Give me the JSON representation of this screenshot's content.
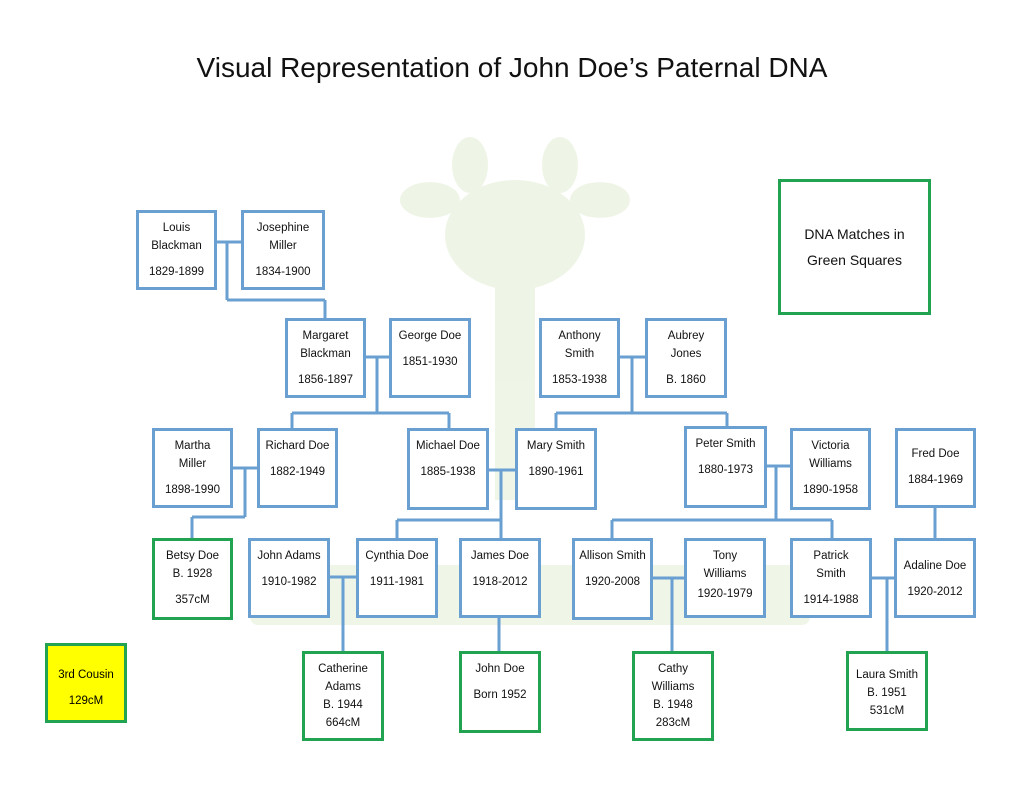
{
  "title": "Visual Representation of John Doe’s Paternal DNA",
  "colors": {
    "blue_border": "#6a9fd2",
    "green_border": "#21a352",
    "yellow_fill": "#ffff00"
  },
  "legend": {
    "line1": "DNA Matches in",
    "line2": "Green Squares"
  },
  "cousin_key": {
    "label": "3rd Cousin",
    "value": "129cM"
  },
  "people": {
    "louis": {
      "n1": "Louis",
      "n2": "Blackman",
      "d": "1829-1899"
    },
    "josephine": {
      "n1": "Josephine",
      "n2": "Miller",
      "d": "1834-1900"
    },
    "margaret": {
      "n1": "Margaret",
      "n2": "Blackman",
      "d": "1856-1897"
    },
    "george": {
      "n1": "George Doe",
      "d": "1851-1930"
    },
    "anthony": {
      "n1": "Anthony",
      "n2": "Smith",
      "d": "1853-1938"
    },
    "aubrey": {
      "n1": "Aubrey",
      "n2": "Jones",
      "d": "B. 1860"
    },
    "martha": {
      "n1": "Martha",
      "n2": "Miller",
      "d": "1898-1990"
    },
    "richard": {
      "n1": "Richard Doe",
      "d": "1882-1949"
    },
    "michael": {
      "n1": "Michael Doe",
      "d": "1885-1938"
    },
    "mary": {
      "n1": "Mary Smith",
      "d": "1890-1961"
    },
    "peter": {
      "n1": "Peter Smith",
      "d": "1880-1973"
    },
    "victoria": {
      "n1": "Victoria",
      "n2": "Williams",
      "d": "1890-1958"
    },
    "fred": {
      "n1": "Fred Doe",
      "d": "1884-1969"
    },
    "betsy": {
      "n1": "Betsy Doe",
      "n2": "B. 1928",
      "d": "357cM"
    },
    "johnadams": {
      "n1": "John Adams",
      "d": "1910-1982"
    },
    "cynthia": {
      "n1": "Cynthia Doe",
      "d": "1911-1981"
    },
    "james": {
      "n1": "James Doe",
      "d": "1918-2012"
    },
    "allison": {
      "n1": "Allison Smith",
      "d": "1920-2008"
    },
    "tony": {
      "n1": "Tony",
      "n2": "Williams",
      "d": "1920-1979"
    },
    "patrick": {
      "n1": "Patrick",
      "n2": "Smith",
      "d": "1914-1988"
    },
    "adaline": {
      "n1": "Adaline Doe",
      "d": "1920-2012"
    },
    "catherine": {
      "n1": "Catherine",
      "n2": "Adams",
      "d": "B. 1944",
      "m": "664cM"
    },
    "johndoe": {
      "n1": "John Doe",
      "d": "Born 1952"
    },
    "cathy": {
      "n1": "Cathy",
      "n2": "Williams",
      "d": "B. 1948",
      "m": "283cM"
    },
    "laura": {
      "n1": "Laura Smith",
      "n2": "B. 1951",
      "d": "531cM"
    }
  }
}
